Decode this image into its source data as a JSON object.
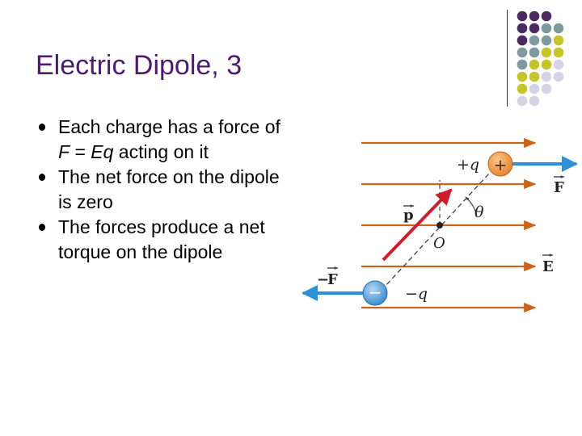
{
  "slide": {
    "title": "Electric Dipole, 3",
    "bullets": [
      {
        "segments": [
          "Each charge has a force of ",
          "F",
          " = ",
          "Eq",
          " acting on it"
        ]
      },
      {
        "segments": [
          "The net force on the dipole is zero"
        ]
      },
      {
        "segments": [
          "The forces produce a net torque on the dipole"
        ]
      }
    ]
  },
  "diagram": {
    "plus_q": "+q",
    "plus_sign": "+",
    "force_label": "F",
    "p_label": "p",
    "theta_label": "θ",
    "origin_label": "O",
    "field_label": "E",
    "neg_force_minus": "−",
    "neg_force_label": "F",
    "minus_sign": "−",
    "minus_q": "−q"
  },
  "colors": {
    "title": "#4b1e6b",
    "field_lines": "#c8651b",
    "force_arrow": "#2e8fd6",
    "dipole_arrow": "#cc1f2d",
    "positive_charge": "#e8862f",
    "negative_charge": "#3e8ed0",
    "dot_purple": "#4b2a5e",
    "dot_teal": "#7f9a9e",
    "dot_olive": "#c6c42c",
    "dot_lavender": "#d5d4e4"
  },
  "decoration": {
    "dot_grid": [
      [
        "dot_purple",
        "dot_purple",
        "dot_purple",
        "none"
      ],
      [
        "dot_purple",
        "dot_purple",
        "dot_teal",
        "dot_teal"
      ],
      [
        "dot_purple",
        "dot_teal",
        "dot_teal",
        "dot_olive"
      ],
      [
        "dot_teal",
        "dot_teal",
        "dot_olive",
        "dot_olive"
      ],
      [
        "dot_teal",
        "dot_olive",
        "dot_olive",
        "dot_lavender"
      ],
      [
        "dot_olive",
        "dot_olive",
        "dot_lavender",
        "dot_lavender"
      ],
      [
        "dot_olive",
        "dot_lavender",
        "dot_lavender",
        "none"
      ],
      [
        "dot_lavender",
        "dot_lavender",
        "none",
        "none"
      ]
    ]
  }
}
